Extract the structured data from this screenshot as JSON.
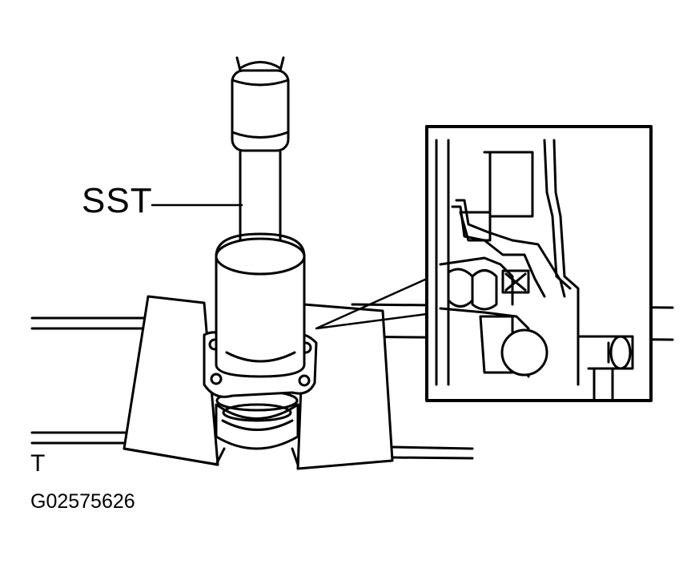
{
  "labels": {
    "tool": "SST",
    "view_marker": "T",
    "figure_code": "G02575626"
  },
  "colors": {
    "line": "#000000",
    "background": "#ffffff"
  }
}
